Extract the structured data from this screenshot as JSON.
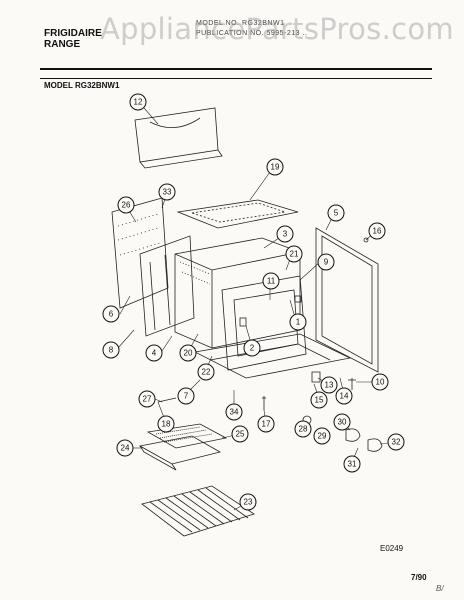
{
  "header": {
    "brand_line1": "FRIGIDAIRE",
    "brand_line2": "RANGE",
    "model_label": "MODEL NO. RG32BNW1",
    "publication_label": "PUBLICATION NO. 5995-213 .."
  },
  "watermark": "AppliancePartsPros.com",
  "model_line": "MODEL RG32BNW1",
  "callouts": [
    "12",
    "19",
    "33",
    "26",
    "3",
    "5",
    "16",
    "21",
    "9",
    "11",
    "6",
    "1",
    "2",
    "8",
    "4",
    "20",
    "22",
    "13",
    "14",
    "10",
    "7",
    "27",
    "15",
    "34",
    "17",
    "28",
    "30",
    "18",
    "25",
    "29",
    "32",
    "24",
    "31",
    "23"
  ],
  "footer": {
    "ref_code": "E0249",
    "date": "7/90",
    "handwritten_note": "B/"
  }
}
